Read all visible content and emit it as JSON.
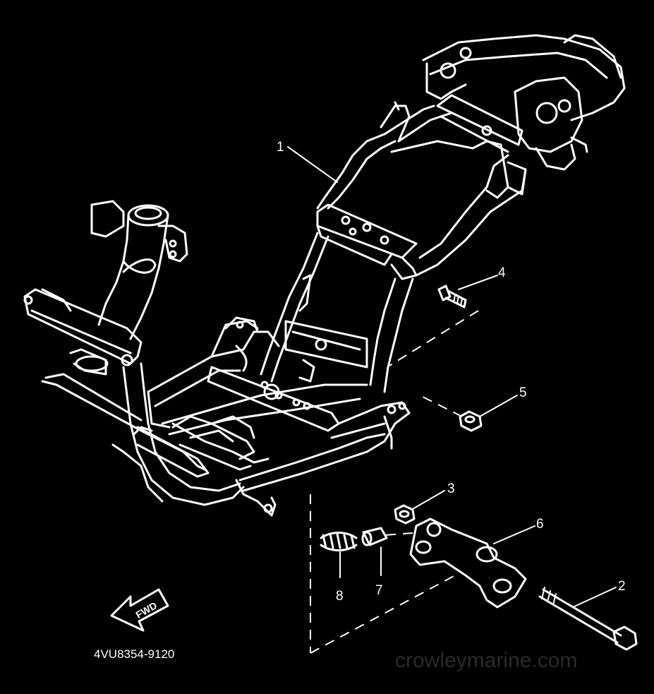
{
  "diagram": {
    "part_code": "4VU8354-9120",
    "direction_label": "FWD",
    "watermark": "crowleymarine.com",
    "callouts": [
      {
        "id": "1",
        "label": "1"
      },
      {
        "id": "2",
        "label": "2"
      },
      {
        "id": "3",
        "label": "3"
      },
      {
        "id": "4",
        "label": "4"
      },
      {
        "id": "5",
        "label": "5"
      },
      {
        "id": "6",
        "label": "6"
      },
      {
        "id": "7",
        "label": "7"
      },
      {
        "id": "8",
        "label": "8"
      }
    ]
  }
}
